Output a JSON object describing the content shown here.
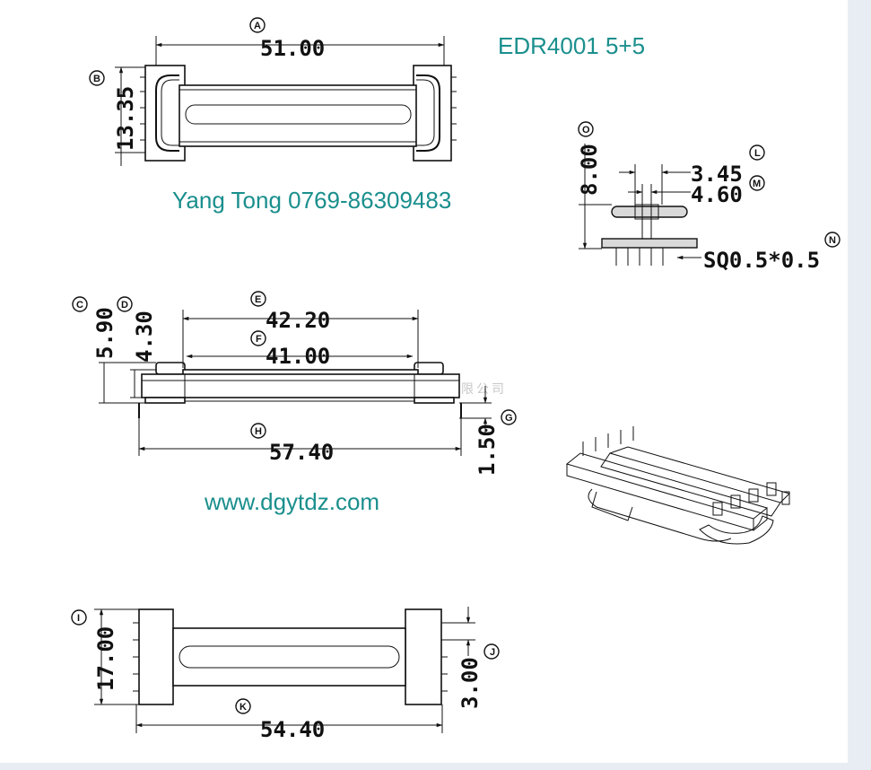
{
  "title": "EDR4001 5+5",
  "contact": "Yang Tong 0769-86309483",
  "website": "www.dgytdz.com",
  "watermark": "东莞市洋通电子有限公司",
  "colors": {
    "accent": "#1a8f8d",
    "line": "#111111",
    "background": "#ffffff"
  },
  "views": {
    "top": {
      "dim_a": "51.00",
      "dim_b": "13.35",
      "label_a": "A",
      "label_b": "B"
    },
    "side_small": {
      "dim_o": "8.00",
      "dim_l": "3.45",
      "dim_m": "4.60",
      "dim_n": "SQ0.5*0.5",
      "label_o": "O",
      "label_l": "L",
      "label_m": "M",
      "label_n": "N"
    },
    "front": {
      "dim_c": "5.90",
      "dim_d": "4.30",
      "dim_e": "42.20",
      "dim_f": "41.00",
      "dim_g": "1.50",
      "dim_h": "57.40",
      "label_c": "C",
      "label_d": "D",
      "label_e": "E",
      "label_f": "F",
      "label_g": "G",
      "label_h": "H"
    },
    "bottom": {
      "dim_i": "17.00",
      "dim_j": "3.00",
      "dim_k": "54.40",
      "label_i": "I",
      "label_j": "J",
      "label_k": "K"
    }
  }
}
